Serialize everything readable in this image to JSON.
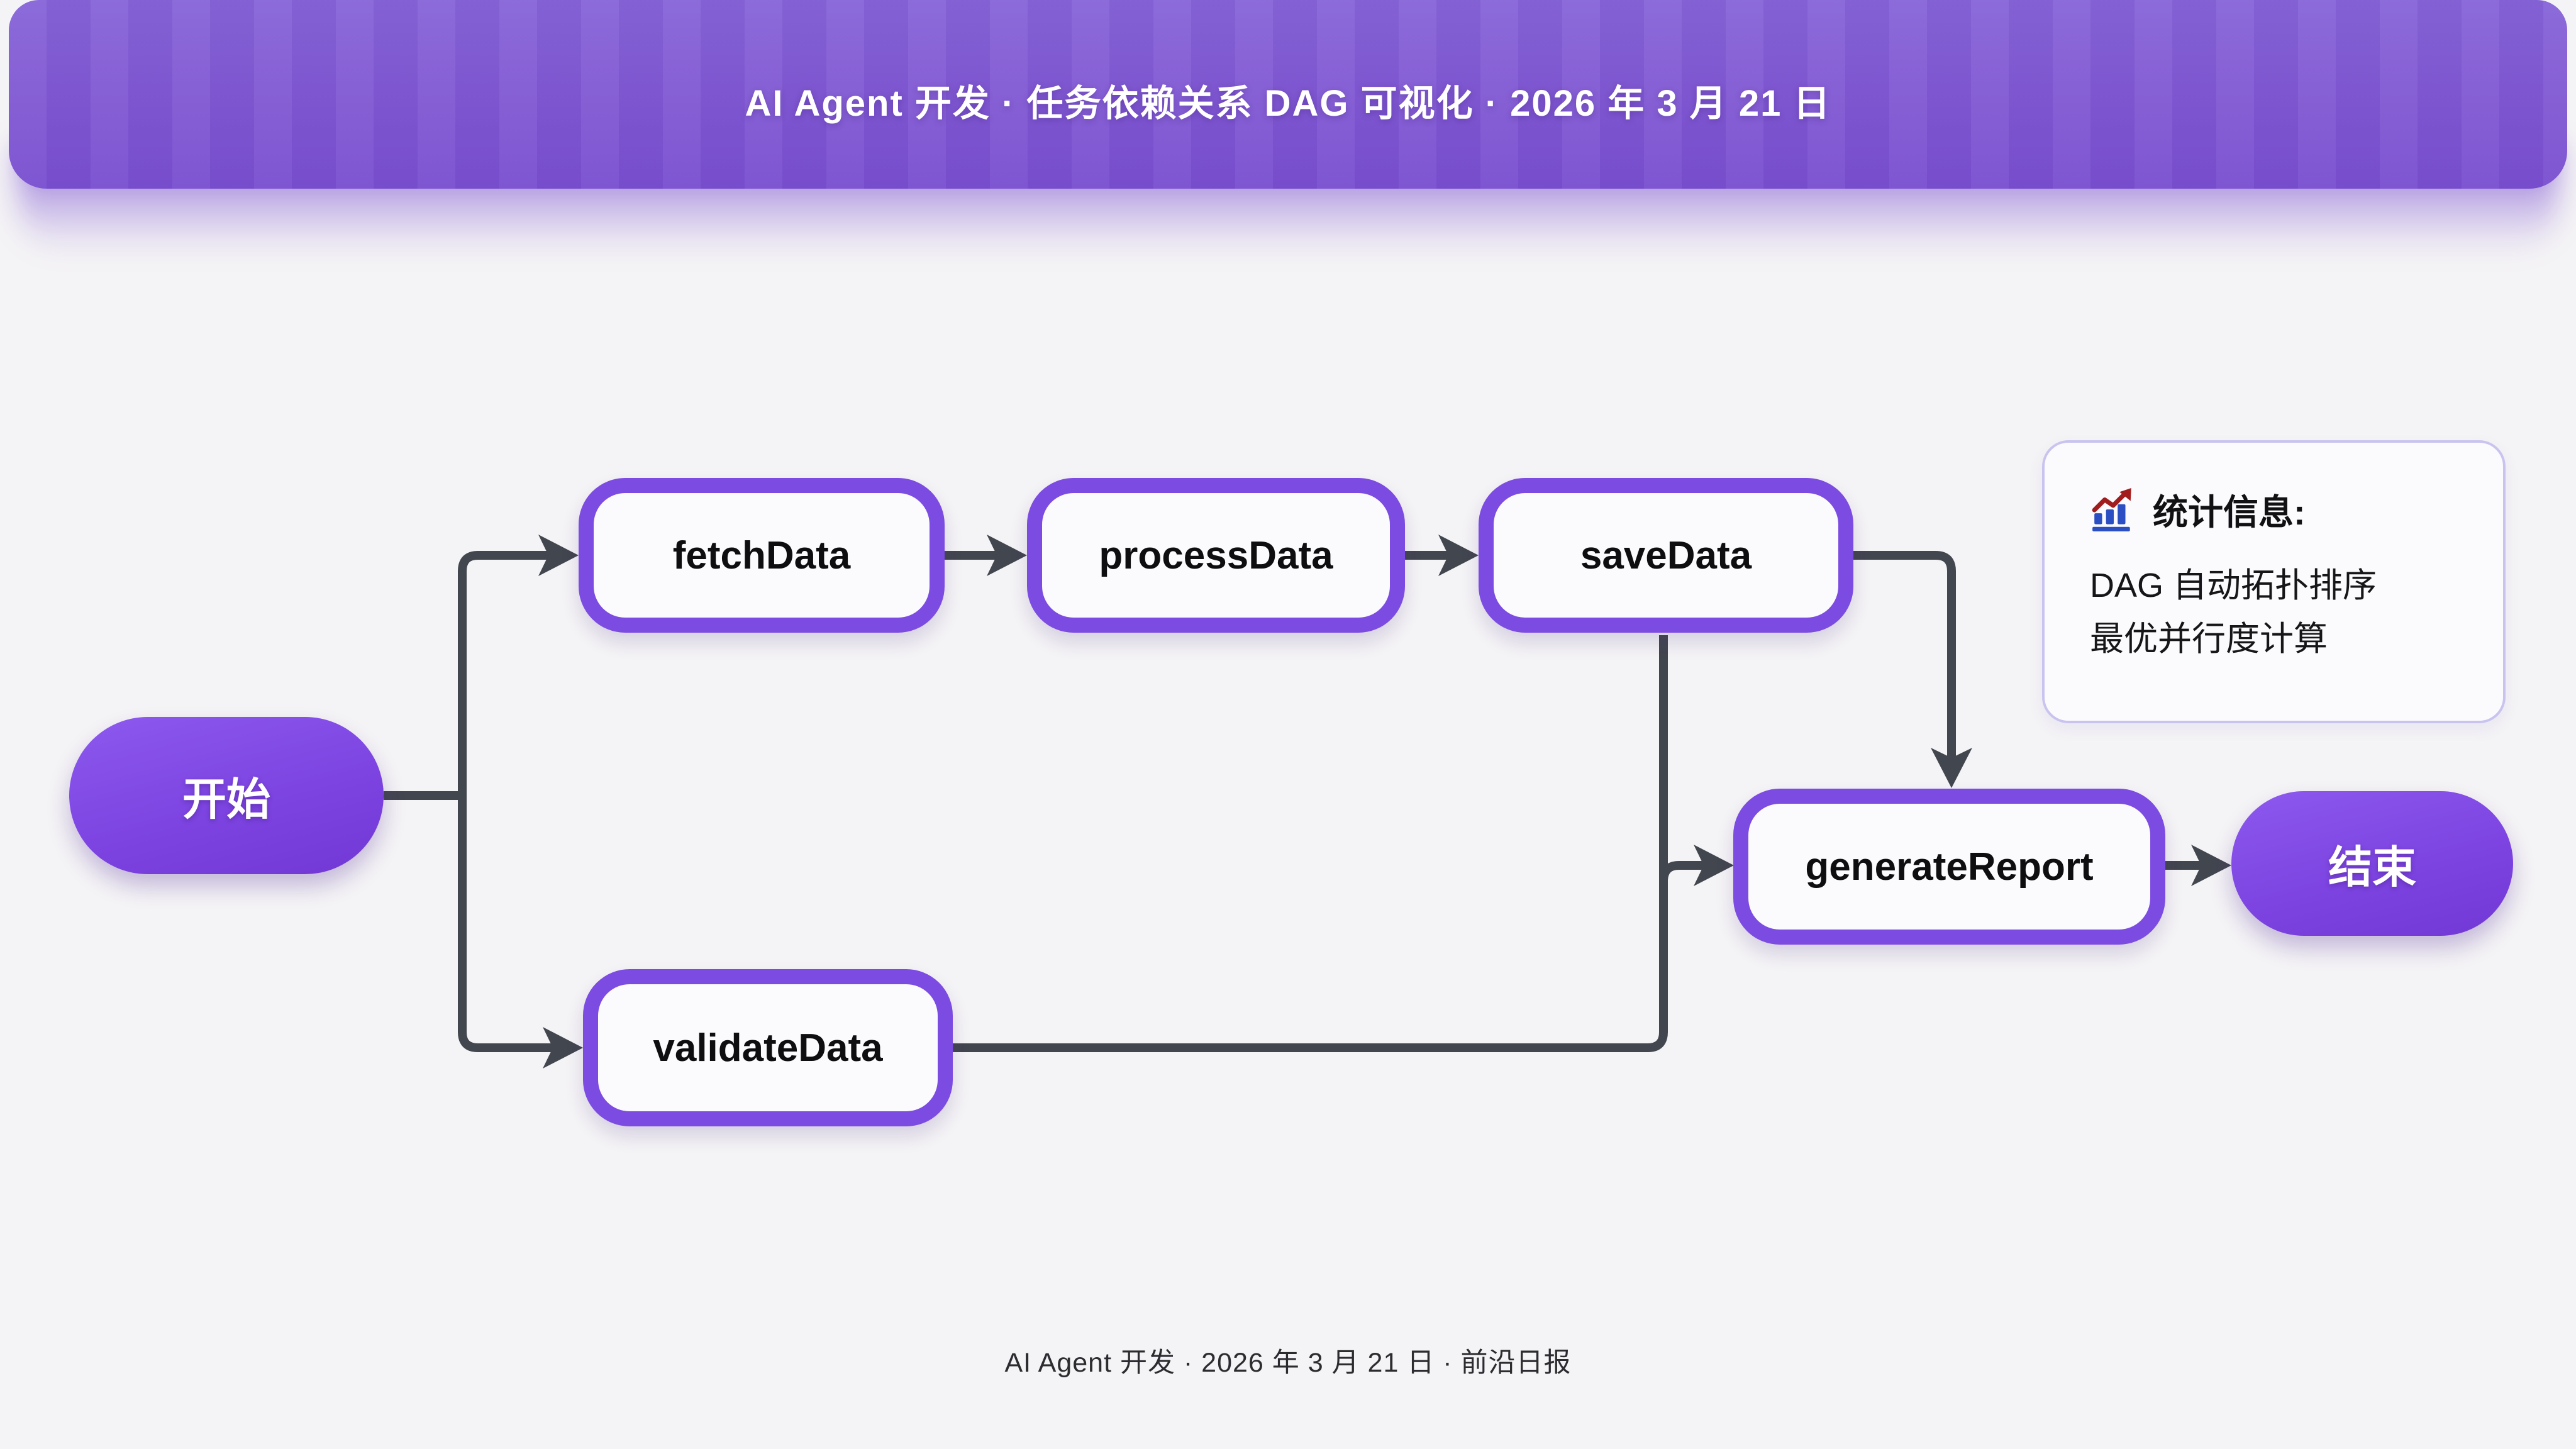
{
  "header": {
    "title": "AI Agent 开发 · 任务依赖关系 DAG 可视化 · 2026 年 3 月 21 日",
    "background_color": "#8159d3",
    "text_color": "#ffffff"
  },
  "diagram": {
    "nodes": [
      {
        "id": "start",
        "label": "开始",
        "type": "terminal"
      },
      {
        "id": "fetchData",
        "label": "fetchData",
        "type": "task"
      },
      {
        "id": "processData",
        "label": "processData",
        "type": "task"
      },
      {
        "id": "saveData",
        "label": "saveData",
        "type": "task"
      },
      {
        "id": "validateData",
        "label": "validateData",
        "type": "task"
      },
      {
        "id": "generateReport",
        "label": "generateReport",
        "type": "task"
      },
      {
        "id": "end",
        "label": "结束",
        "type": "terminal"
      }
    ],
    "edges": [
      {
        "from": "start",
        "to": "fetchData"
      },
      {
        "from": "start",
        "to": "validateData"
      },
      {
        "from": "fetchData",
        "to": "processData"
      },
      {
        "from": "processData",
        "to": "saveData"
      },
      {
        "from": "saveData",
        "to": "generateReport"
      },
      {
        "from": "validateData",
        "to": "generateReport"
      },
      {
        "from": "generateReport",
        "to": "end"
      }
    ],
    "colors": {
      "node_border": "#7c4be1",
      "node_fill": "#fbfafc",
      "terminal_fill": "#7d44e1",
      "edge": "#42464f",
      "label": "#0e0e10"
    }
  },
  "stats_panel": {
    "icon": "bar-chart-increasing-icon",
    "title": "统计信息:",
    "lines": [
      "DAG 自动拓扑排序",
      "最优并行度计算"
    ]
  },
  "footer": {
    "text": "AI Agent 开发 · 2026 年 3 月 21 日 · 前沿日报"
  }
}
